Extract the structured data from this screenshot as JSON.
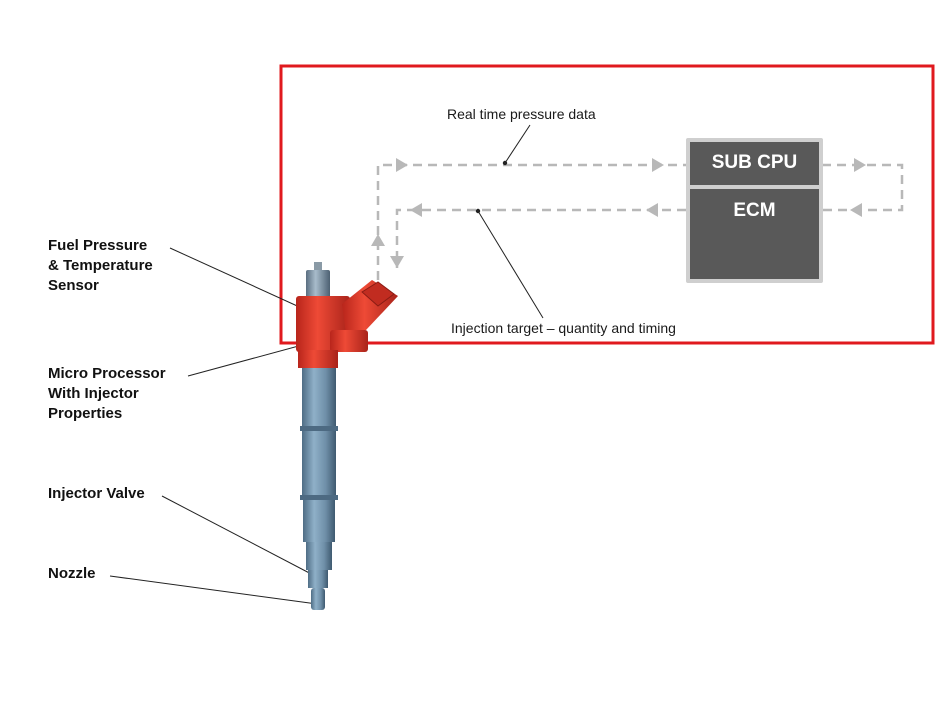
{
  "labels": {
    "fuel_pressure_sensor": [
      "Fuel Pressure",
      "& Temperature",
      "Sensor"
    ],
    "micro_processor": [
      "Micro Processor",
      "With Injector",
      "Properties"
    ],
    "injector_valve": "Injector Valve",
    "nozzle": "Nozzle"
  },
  "flows": {
    "pressure_data": "Real time pressure data",
    "injection_target": "Injection target – quantity and timing"
  },
  "blocks": {
    "sub_cpu": "SUB CPU",
    "ecm": "ECM"
  },
  "colors": {
    "highlight_frame": "#e0191e",
    "injector_body": "#6f8fa8",
    "injector_head": "#d93a2b",
    "cpu_box": "#595959",
    "dashed_arrow": "#b8b8b8"
  }
}
